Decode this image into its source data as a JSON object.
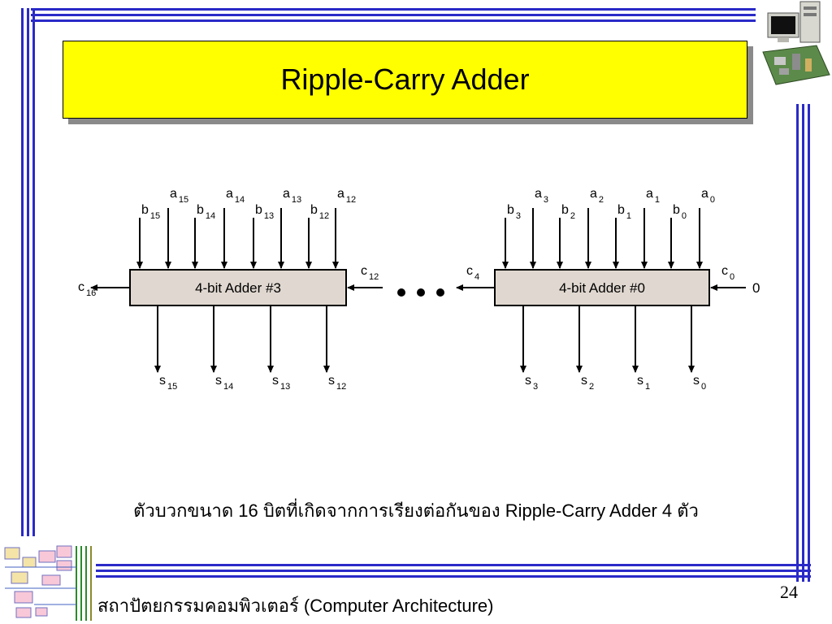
{
  "slide": {
    "title": "Ripple-Carry Adder",
    "caption": "ตัวบวกขนาด 16 บิตที่เกิดจากการเรียงต่อกันของ Ripple-Carry Adder 4 ตัว",
    "footer": "สถาปัตยกรรมคอมพิวเตอร์ (Computer Architecture)",
    "page_number": "24"
  },
  "diagram": {
    "left_adder_label": "4-bit Adder #3",
    "right_adder_label": "4-bit Adder #0",
    "left_inputs": [
      {
        "letter": "b",
        "sub": "15"
      },
      {
        "letter": "a",
        "sub": "15"
      },
      {
        "letter": "b",
        "sub": "14"
      },
      {
        "letter": "a",
        "sub": "14"
      },
      {
        "letter": "b",
        "sub": "13"
      },
      {
        "letter": "a",
        "sub": "13"
      },
      {
        "letter": "b",
        "sub": "12"
      },
      {
        "letter": "a",
        "sub": "12"
      }
    ],
    "right_inputs": [
      {
        "letter": "b",
        "sub": "3"
      },
      {
        "letter": "a",
        "sub": "3"
      },
      {
        "letter": "b",
        "sub": "2"
      },
      {
        "letter": "a",
        "sub": "2"
      },
      {
        "letter": "b",
        "sub": "1"
      },
      {
        "letter": "a",
        "sub": "1"
      },
      {
        "letter": "b",
        "sub": "0"
      },
      {
        "letter": "a",
        "sub": "0"
      }
    ],
    "left_outputs": [
      {
        "letter": "s",
        "sub": "15"
      },
      {
        "letter": "s",
        "sub": "14"
      },
      {
        "letter": "s",
        "sub": "13"
      },
      {
        "letter": "s",
        "sub": "12"
      }
    ],
    "right_outputs": [
      {
        "letter": "s",
        "sub": "3"
      },
      {
        "letter": "s",
        "sub": "2"
      },
      {
        "letter": "s",
        "sub": "1"
      },
      {
        "letter": "s",
        "sub": "0"
      }
    ],
    "carry_out_left": {
      "letter": "c",
      "sub": "16"
    },
    "carry_in_left": {
      "letter": "c",
      "sub": "12"
    },
    "carry_out_right": {
      "letter": "c",
      "sub": "4"
    },
    "carry_in_right": {
      "letter": "c",
      "sub": "0"
    },
    "carry_in_value": "0"
  },
  "colors": {
    "frame": "#2a2ac8",
    "title_background": "#ffff00",
    "adder_fill": "#e0d8d0"
  }
}
